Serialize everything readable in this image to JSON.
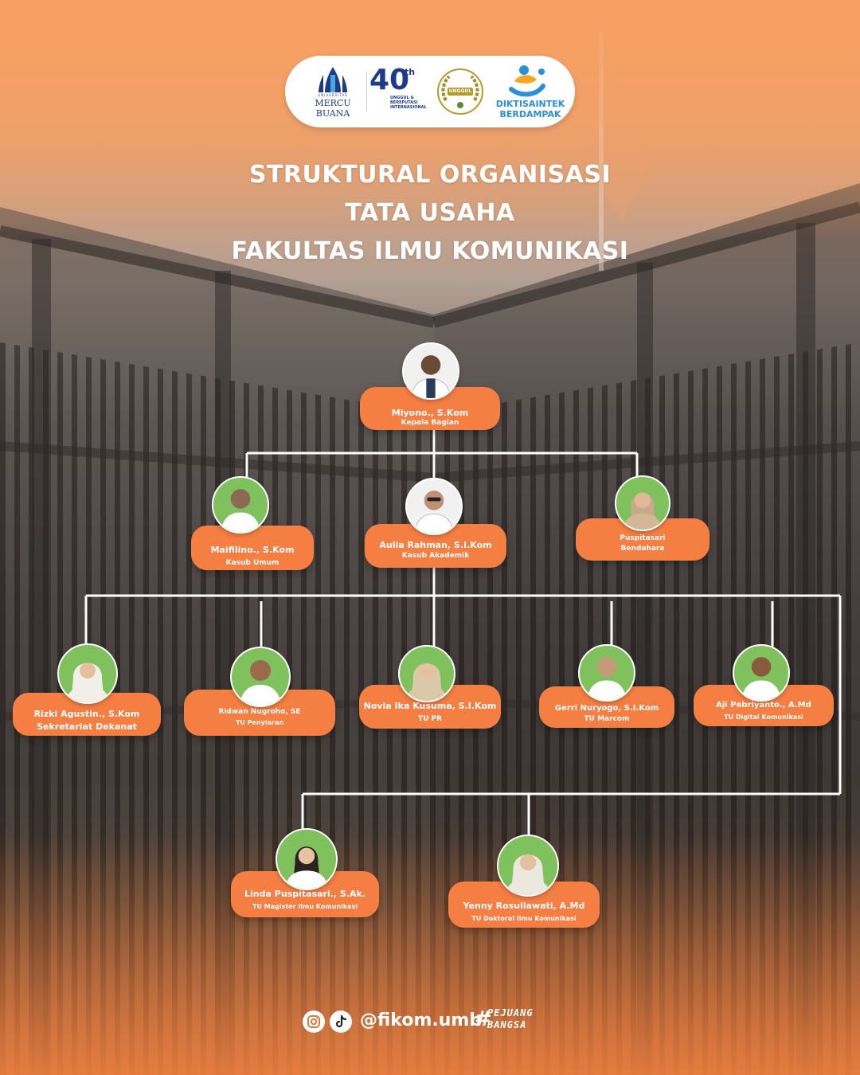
{
  "logos": {
    "university_small": "UNIVERSITAS",
    "university_name": "MERCU BUANA",
    "anniversary_number": "40",
    "anniversary_suffix": "th",
    "anniversary_line1": "UNGGUL &",
    "anniversary_line2": "BEREPUTASI",
    "anniversary_line3": "INTERNASIONAL",
    "accreditation_badge": "UNGGUL",
    "ministry_line1": "DIKTISAINTEK",
    "ministry_line2": "BERDAMPAK"
  },
  "title": {
    "line1": "STRUKTURAL ORGANISASI",
    "line2": "TATA USAHA",
    "line3": "FAKULTAS ILMU KOMUNIKASI"
  },
  "nodes": {
    "head": {
      "name": "Miyono., S.Kom",
      "role": "Kepala Bagian"
    },
    "kasub_umum": {
      "name": "Maifilino., S.Kom",
      "role": "Kasub Umum"
    },
    "kasub_akademik": {
      "name": "Aulia Rahman, S.I.Kom",
      "role": "Kasub Akademik"
    },
    "bendahara": {
      "name": "Puspitasari",
      "role": "Bendahara"
    },
    "rizki": {
      "name": "Rizki Agustin., S.Kom",
      "role": "Sekretariat Dekanat"
    },
    "ridwan": {
      "name": "Ridwan Nugroho, SE",
      "role": "TU Penyiaran"
    },
    "novia": {
      "name": "Novia Ika Kusuma, S.I.Kom",
      "role": "TU PR"
    },
    "gerri": {
      "name": "Gerri Nuryogo, S.I.Kom",
      "role": "TU  Marcom"
    },
    "aji": {
      "name": "Aji Pebriyanto., A.Md",
      "role": "TU Digital Komunikasi"
    },
    "linda": {
      "name": "Linda Puspitasari., S.Ak.",
      "role": "TU  Magister Ilmu Komunikasi"
    },
    "yenny": {
      "name": "Yenny Rosullawati, A.Md",
      "role": "TU  Doktoral Ilmu Komunikasi"
    }
  },
  "footer": {
    "icons": [
      "instagram-icon",
      "tiktok-icon"
    ],
    "handle": "@fikom.umb",
    "hashtag_symbol": "#",
    "hashtag_line1": "PEJUANG",
    "hashtag_line2": "BANGSA"
  },
  "colors": {
    "accent": "#f57e43",
    "photo_bg": "#7fc15d",
    "connector": "#ffffff"
  }
}
